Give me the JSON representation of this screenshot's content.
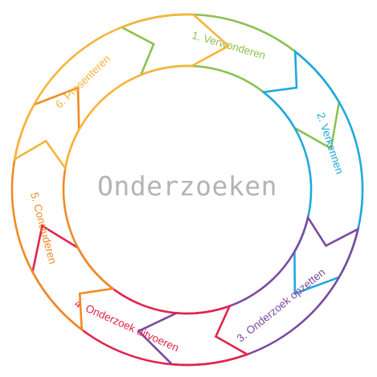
{
  "center": {
    "title": "Onderzoeken",
    "color": "#b4b4b4"
  },
  "segments": [
    {
      "label": "1. Verwonderen",
      "color": "#8cc152"
    },
    {
      "label": "2. Verkennen",
      "color": "#1fa9dc"
    },
    {
      "label": "3. Onderzoek opzetten",
      "color": "#7b4aa0"
    },
    {
      "label": "4. Onderzoek uitvoeren",
      "color": "#e2244c"
    },
    {
      "label": "5. Concluderen",
      "color": "#f08a24"
    },
    {
      "label": "6. Presenteren",
      "color": "#f7b43a"
    }
  ]
}
